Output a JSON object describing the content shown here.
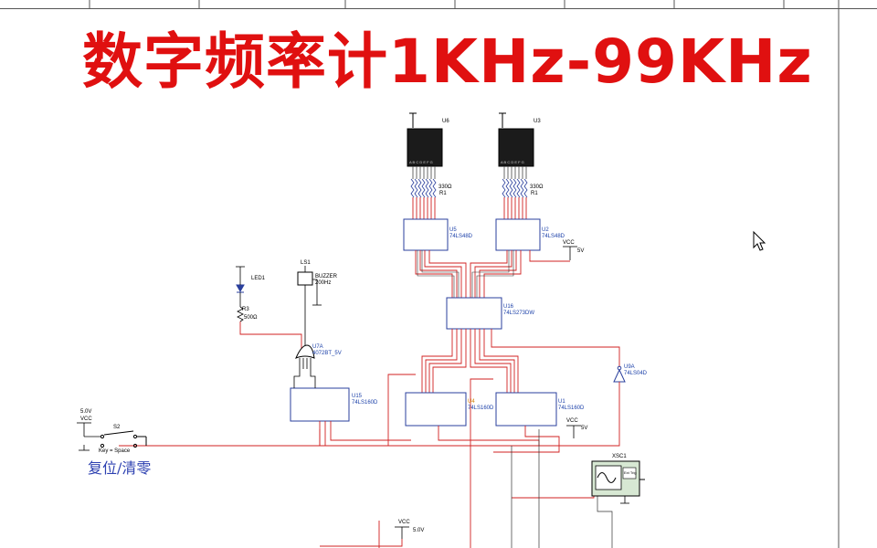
{
  "title": "数字频率计1KHz-99KHz",
  "reset_label": "复位/清零",
  "components": {
    "u6": {
      "ref": "U6",
      "pins": "A B C D E F G"
    },
    "u3": {
      "ref": "U3",
      "pins": "A B C D E F G"
    },
    "r_array_left": {
      "value": "330Ω",
      "ref": "R1"
    },
    "r_array_right": {
      "value": "330Ω",
      "ref": "R1"
    },
    "u5": {
      "ref": "U5",
      "part": "74LS48D"
    },
    "u2": {
      "ref": "U2",
      "part": "74LS48D"
    },
    "vcc_top": {
      "ref": "VCC",
      "voltage": "5V"
    },
    "led1": {
      "ref": "LED1"
    },
    "r3": {
      "ref": "R3",
      "value": "500Ω"
    },
    "ls1": {
      "ref": "LS1",
      "part": "BUZZER",
      "freq": "200Hz"
    },
    "u16": {
      "ref": "U16",
      "part": "74LS273DW"
    },
    "u7a": {
      "ref": "U7A",
      "part": "4072BT_5V"
    },
    "u9a": {
      "ref": "U9A",
      "part": "74LS04D"
    },
    "u15": {
      "ref": "U15",
      "part": "74LS160D"
    },
    "u4": {
      "ref": "U4",
      "part": "74LS160D"
    },
    "u1": {
      "ref": "U1",
      "part": "74LS160D"
    },
    "vcc_mid": {
      "ref": "VCC",
      "voltage": "5V"
    },
    "vcc_left": {
      "voltage": "5.0V",
      "ref": "VCC"
    },
    "s2": {
      "ref": "S2",
      "key": "Key = Space"
    },
    "xsc1": {
      "ref": "XSC1",
      "ext": "Ext Trig"
    },
    "vcc_bottom": {
      "ref": "VCC",
      "voltage": "5.0V"
    }
  }
}
